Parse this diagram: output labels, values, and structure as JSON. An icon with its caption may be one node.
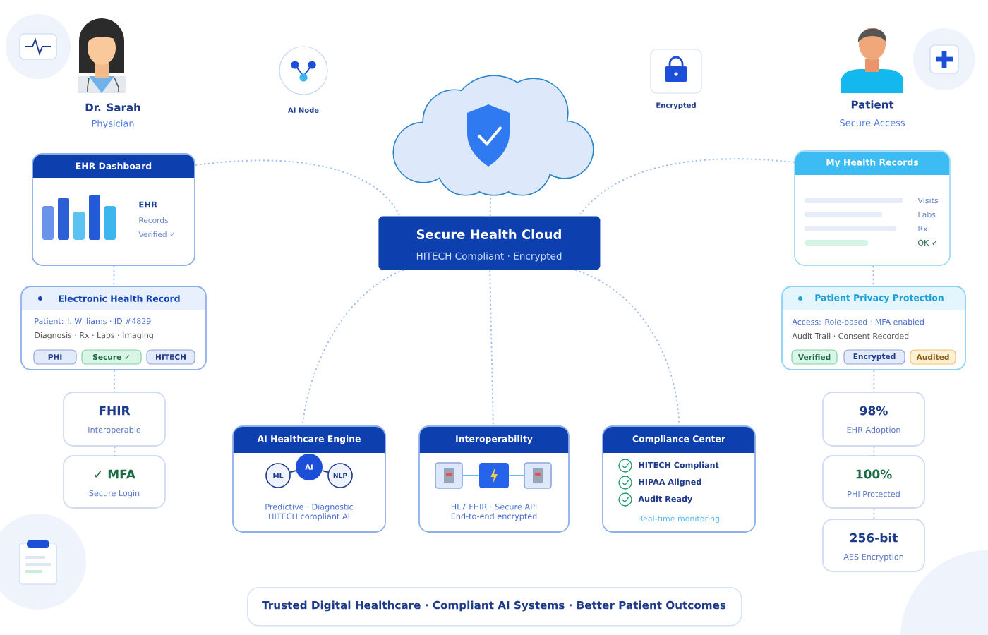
{
  "diagram": {
    "nodes": [
      {
        "text": [],
        "shape": "cloud"
      },
      {
        "text": [
          "Secure Health Cloud",
          "HITECH Compliant · Encrypted"
        ]
      },
      {
        "text": [
          "EHR Dashboard",
          "EHR",
          "Records",
          "Verified ✓"
        ]
      },
      {
        "text": [
          "Electronic Health Record",
          "Patient: J. Williams · ID #4829",
          "Diagnosis · Rx · Labs · Imaging",
          "PHI",
          "Secure ✓",
          "HITECH"
        ]
      },
      {
        "text": [
          "FHIR",
          "Interoperable"
        ]
      },
      {
        "text": [
          "✓ MFA",
          "Secure Login"
        ]
      },
      {
        "text": [
          "AI Healthcare Engine",
          "Predictive · Diagnostic HITECH compliant AI"
        ]
      },
      {
        "text": [
          "ML"
        ],
        "in": 6
      },
      {
        "text": [
          "AI"
        ],
        "in": 6
      },
      {
        "text": [
          "NLP"
        ],
        "in": 6
      },
      {
        "text": [
          "Interoperability",
          "HL7 FHIR · Secure API End-to-end encrypted"
        ]
      },
      {
        "text": [],
        "shape": "box",
        "in": 10
      },
      {
        "text": [],
        "shape": "box",
        "in": 10
      },
      {
        "text": [],
        "shape": "box",
        "in": 10
      },
      {
        "text": [
          "Compliance Center",
          "HITECH Compliant",
          "HIPAA Aligned",
          "Audit Ready",
          "Real-time monitoring"
        ]
      },
      {
        "text": [
          "My Health Records",
          "Visits",
          "Labs",
          "Rx",
          "OK ✓"
        ]
      },
      {
        "text": [
          "Patient Privacy Protection",
          "Access: Role-based · MFA enabled",
          "Audit Trail · Consent Recorded",
          "Verified",
          "Encrypted",
          "Audited"
        ]
      },
      {
        "text": [
          "98%",
          "EHR Adoption"
        ]
      },
      {
        "text": [
          "100%",
          "PHI Protected"
        ]
      },
      {
        "text": [
          "256-bit",
          "AES Encryption"
        ]
      },
      {
        "text": [
          "Trusted Digital Healthcare · Compliant AI Systems · Better Patient Outcomes"
        ]
      }
    ],
    "edges": [
      {
        "from": 0,
        "to": 1,
        "arrow": "none",
        "style": "dashed"
      },
      {
        "from": 2,
        "to": 1,
        "arrow": "none",
        "style": "dashed"
      },
      {
        "from": 15,
        "to": 1,
        "arrow": "none",
        "style": "dashed"
      },
      {
        "from": 2,
        "to": 3,
        "arrow": "none",
        "style": "dashed"
      },
      {
        "from": 3,
        "to": 4,
        "arrow": "none",
        "style": "dashed"
      },
      {
        "from": 4,
        "to": 5,
        "arrow": "none",
        "style": "dashed"
      },
      {
        "from": 15,
        "to": 16,
        "arrow": "none",
        "style": "dashed"
      },
      {
        "from": 16,
        "to": 17,
        "arrow": "none",
        "style": "dashed"
      },
      {
        "from": 17,
        "to": 18,
        "arrow": "none",
        "style": "dashed"
      },
      {
        "from": 18,
        "to": 19,
        "arrow": "none",
        "style": "dashed"
      },
      {
        "from": 1,
        "to": 6,
        "arrow": "none",
        "style": "dashed"
      },
      {
        "from": 1,
        "to": 10,
        "arrow": "none",
        "style": "dashed"
      },
      {
        "from": 1,
        "to": 14,
        "arrow": "none",
        "style": "dashed"
      },
      {
        "from": 7,
        "to": 8,
        "arrow": "none",
        "color": "#1e3a8a"
      },
      {
        "from": 8,
        "to": 9,
        "arrow": "none",
        "color": "#1e3a8a"
      },
      {
        "from": 11,
        "to": 12,
        "arrow": "none",
        "color": "#5cc0f0"
      },
      {
        "from": 12,
        "to": 13,
        "arrow": "none",
        "color": "#5cc0f0"
      }
    ],
    "labels": [
      "Dr. Sarah",
      "Physician",
      "AI Node",
      "Encrypted",
      "Patient",
      "Secure Access"
    ]
  }
}
